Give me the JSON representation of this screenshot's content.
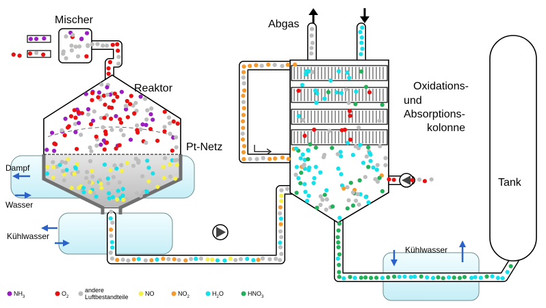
{
  "labels": {
    "mixer": "Mischer",
    "reactor": "Reaktor",
    "pt_net": "Pt-Netz",
    "offgas": "Abgas",
    "column_line1": "Oxidations-",
    "column_line2": "und",
    "column_line3": "Absorptions-",
    "column_line4": "kolonne",
    "tank": "Tank",
    "steam": "Dampf",
    "water": "Wasser",
    "coolant_left": "Kühlwasser",
    "coolant_right": "Kühlwasser"
  },
  "legend": [
    {
      "key": "nh3",
      "label": "NH",
      "sub": "3",
      "color": "#9a1fc1"
    },
    {
      "key": "o2",
      "label": "O",
      "sub": "2",
      "color": "#e81010"
    },
    {
      "key": "air",
      "label": "andere",
      "label2": "Luftbestandteile",
      "color": "#bdbdbd"
    },
    {
      "key": "no",
      "label": "NO",
      "sub": "",
      "color": "#f5f04a"
    },
    {
      "key": "no2",
      "label": "NO",
      "sub": "2",
      "color": "#f59a2e"
    },
    {
      "key": "h2o",
      "label": "H",
      "sub": "2",
      "label_after": "O",
      "color": "#16e0ea"
    },
    {
      "key": "hno3",
      "label": "HNO",
      "sub": "3",
      "color": "#22b05a"
    }
  ],
  "colors": {
    "equipment_outline": "#000000",
    "reactor_wall": "#707070",
    "cooling_fill": "#d8f6fb",
    "cooling_stroke": "#6a8c90",
    "arrow_blue": "#2a62c9",
    "pump_fill": "#ffffff"
  }
}
